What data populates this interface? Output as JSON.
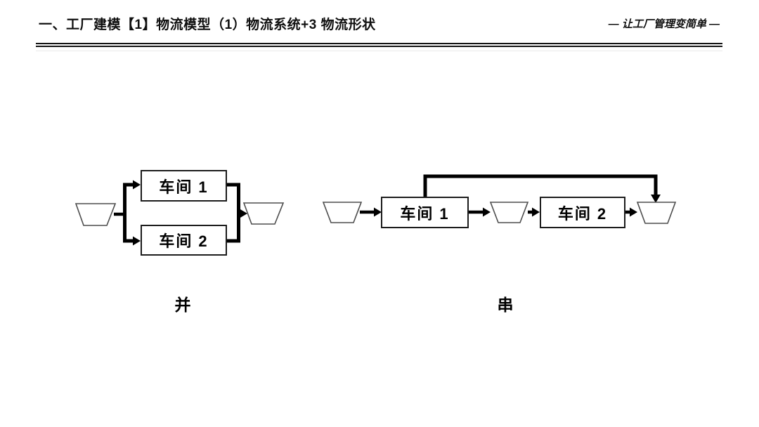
{
  "header": {
    "title": "一、工厂建模【1】物流模型（1）物流系统+3 物流形状",
    "tagline": "— 让工厂管理变简单 —"
  },
  "diagrams": {
    "parallel": {
      "label": "并",
      "boxes": [
        {
          "label": "车间 1"
        },
        {
          "label": "车间 2"
        }
      ]
    },
    "serial": {
      "label": "串",
      "boxes": [
        {
          "label": "车间 1"
        },
        {
          "label": "车间 2"
        }
      ]
    }
  },
  "colors": {
    "background": "#ffffff",
    "text": "#000000",
    "connector_line": "#000000",
    "box_border": "#1c1c1c",
    "trapezoid_border": "#4d4d4d",
    "trapezoid_fill": "#ffffff"
  }
}
